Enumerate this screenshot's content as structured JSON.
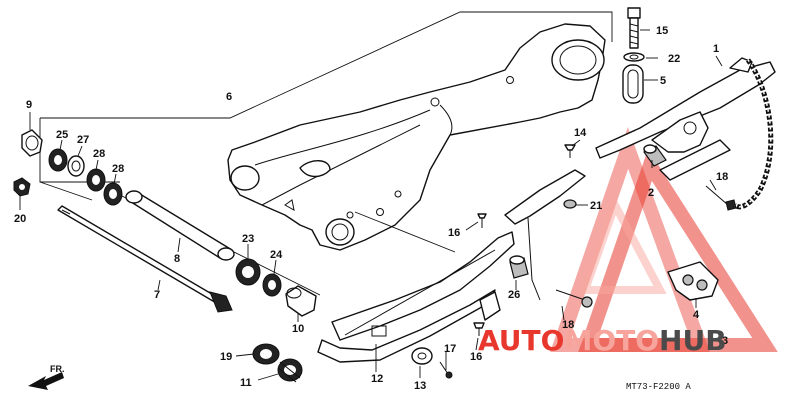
{
  "diagram_code": "MT73-F2200 A",
  "direction_label": "FR.",
  "watermark": {
    "part1": "AUTO",
    "part2": "MOTO",
    "part3": "HUB",
    "color_primary": "#e8382e",
    "color_secondary": "#f7a59c",
    "color_dark": "#4a4a4a"
  },
  "callouts": {
    "c1": "1",
    "c2": "2",
    "c3": "3",
    "c4": "4",
    "c5": "5",
    "c6": "6",
    "c7": "7",
    "c8": "8",
    "c9": "9",
    "c10": "10",
    "c11": "11",
    "c12": "12",
    "c13": "13",
    "c14": "14",
    "c15": "15",
    "c16a": "16",
    "c16b": "16",
    "c17": "17",
    "c18a": "18",
    "c18b": "18",
    "c19": "19",
    "c20": "20",
    "c21": "21",
    "c22": "22",
    "c23": "23",
    "c24": "24",
    "c25": "25",
    "c26": "26",
    "c27": "27",
    "c28a": "28",
    "c28b": "28"
  }
}
